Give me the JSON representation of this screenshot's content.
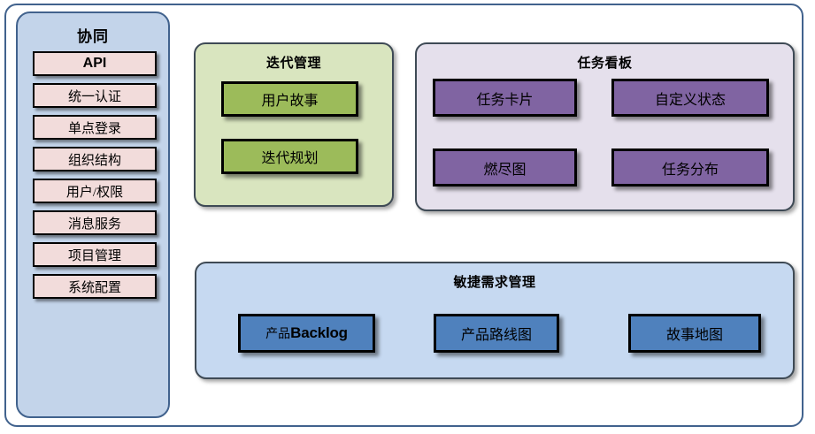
{
  "diagram": {
    "sidebar": {
      "title": "协同",
      "items": [
        {
          "label": "API",
          "script": "latin"
        },
        {
          "label": "统一认证",
          "script": "cjk"
        },
        {
          "label": "单点登录",
          "script": "cjk"
        },
        {
          "label": "组织结构",
          "script": "cjk"
        },
        {
          "label": "用户/权限",
          "script": "cjk"
        },
        {
          "label": "消息服务",
          "script": "cjk"
        },
        {
          "label": "项目管理",
          "script": "cjk"
        },
        {
          "label": "系统配置",
          "script": "cjk"
        }
      ]
    },
    "panels": {
      "iteration": {
        "title": "迭代管理",
        "fill": "#d9e5bf",
        "node_fill": "#9cbb5a",
        "nodes": [
          {
            "label": "用户故事"
          },
          {
            "label": "迭代规划"
          }
        ]
      },
      "taskboard": {
        "title": "任务看板",
        "fill": "#e5e0ec",
        "node_fill": "#8064a2",
        "nodes": [
          {
            "label": "任务卡片"
          },
          {
            "label": "自定义状态"
          },
          {
            "label": "燃尽图"
          },
          {
            "label": "任务分布"
          }
        ]
      },
      "requirements": {
        "title": "敏捷需求管理",
        "fill": "#c6d9f1",
        "node_fill": "#4f81bd",
        "nodes": [
          {
            "label_cjk": "产品",
            "label_latin": "Backlog"
          },
          {
            "label_cjk": "产品路线图",
            "label_latin": ""
          },
          {
            "label_cjk": "故事地图",
            "label_latin": ""
          }
        ]
      }
    },
    "colors": {
      "frame_border": "#41628d",
      "sidebar_fill": "#c3d4ea",
      "sidebar_item_fill": "#f2dcdb",
      "panel_border": "#3e4a55",
      "node_border": "#000000"
    }
  }
}
